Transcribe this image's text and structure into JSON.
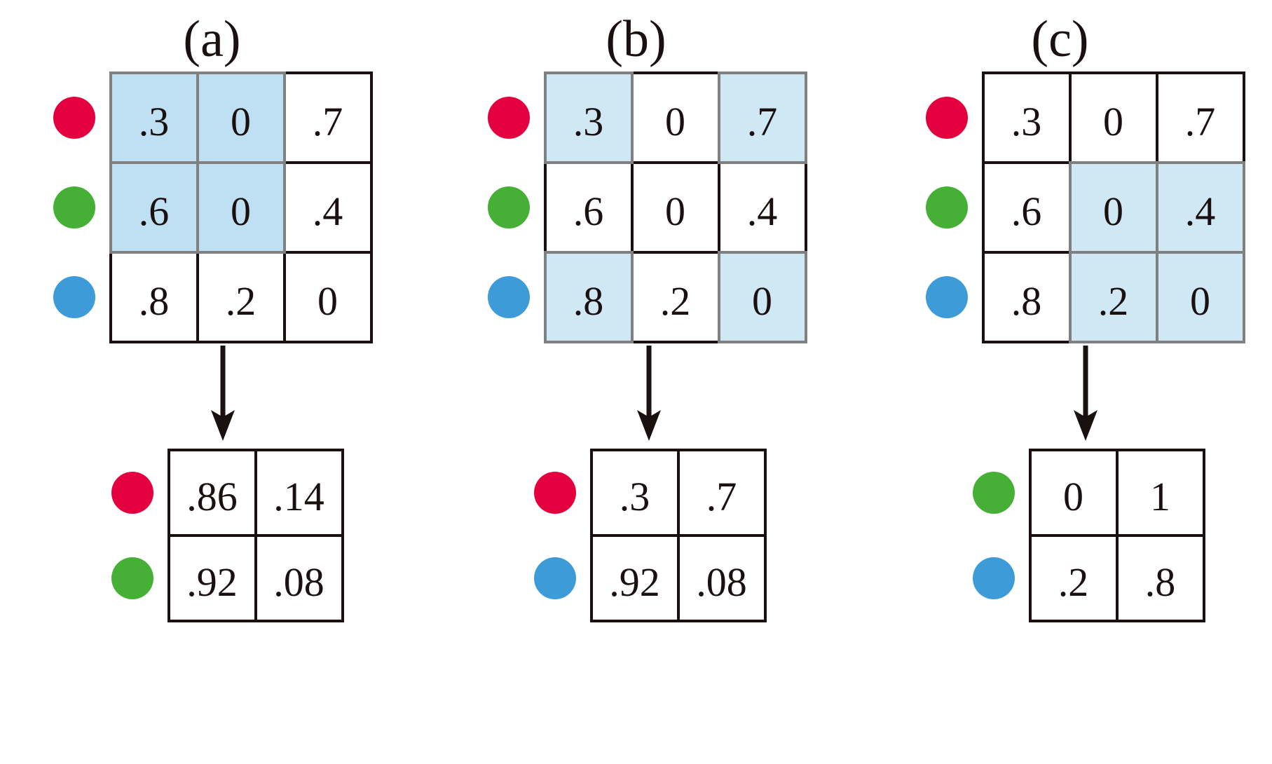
{
  "figure": {
    "title": "Grouping of rows and columns of a 3x3 matrix into aggregated 2x2 matrices",
    "background": "#ffffff"
  },
  "colors": {
    "dot_red": "#e4003f",
    "dot_green": "#45b035",
    "dot_blue": "#3d9bd8",
    "highlight_strong": "#bfe0f2",
    "highlight_light": "#cfe8f4",
    "border_black": "#1a1010",
    "border_gray": "#808080"
  },
  "panels": [
    {
      "label": "(a)",
      "source_matrix": {
        "row_dots": [
          "dot_red",
          "dot_green",
          "dot_blue"
        ],
        "rows": [
          [
            ".3",
            "0",
            ".7"
          ],
          [
            ".6",
            "0",
            ".4"
          ],
          [
            ".8",
            ".2",
            "0"
          ]
        ],
        "highlight": [
          [
            true,
            true,
            false
          ],
          [
            true,
            true,
            false
          ],
          [
            false,
            false,
            false
          ]
        ],
        "highlight_style": "strong"
      },
      "arrow": "down-arrow",
      "result_matrix": {
        "row_dots": [
          "dot_red",
          "dot_green"
        ],
        "rows": [
          [
            ".86",
            ".14"
          ],
          [
            ".92",
            ".08"
          ]
        ]
      }
    },
    {
      "label": "(b)",
      "source_matrix": {
        "row_dots": [
          "dot_red",
          "dot_green",
          "dot_blue"
        ],
        "rows": [
          [
            ".3",
            "0",
            ".7"
          ],
          [
            ".6",
            "0",
            ".4"
          ],
          [
            ".8",
            ".2",
            "0"
          ]
        ],
        "highlight": [
          [
            true,
            false,
            true
          ],
          [
            false,
            false,
            false
          ],
          [
            true,
            false,
            true
          ]
        ],
        "highlight_style": "light"
      },
      "arrow": "down-arrow",
      "result_matrix": {
        "row_dots": [
          "dot_red",
          "dot_blue"
        ],
        "rows": [
          [
            ".3",
            ".7"
          ],
          [
            ".92",
            ".08"
          ]
        ]
      }
    },
    {
      "label": "(c)",
      "source_matrix": {
        "row_dots": [
          "dot_red",
          "dot_green",
          "dot_blue"
        ],
        "rows": [
          [
            ".3",
            "0",
            ".7"
          ],
          [
            ".6",
            "0",
            ".4"
          ],
          [
            ".8",
            ".2",
            "0"
          ]
        ],
        "highlight": [
          [
            false,
            false,
            false
          ],
          [
            false,
            true,
            true
          ],
          [
            false,
            true,
            true
          ]
        ],
        "highlight_style": "light"
      },
      "arrow": "down-arrow",
      "result_matrix": {
        "row_dots": [
          "dot_green",
          "dot_blue"
        ],
        "rows": [
          [
            "0",
            "1"
          ],
          [
            ".2",
            ".8"
          ]
        ]
      }
    }
  ]
}
